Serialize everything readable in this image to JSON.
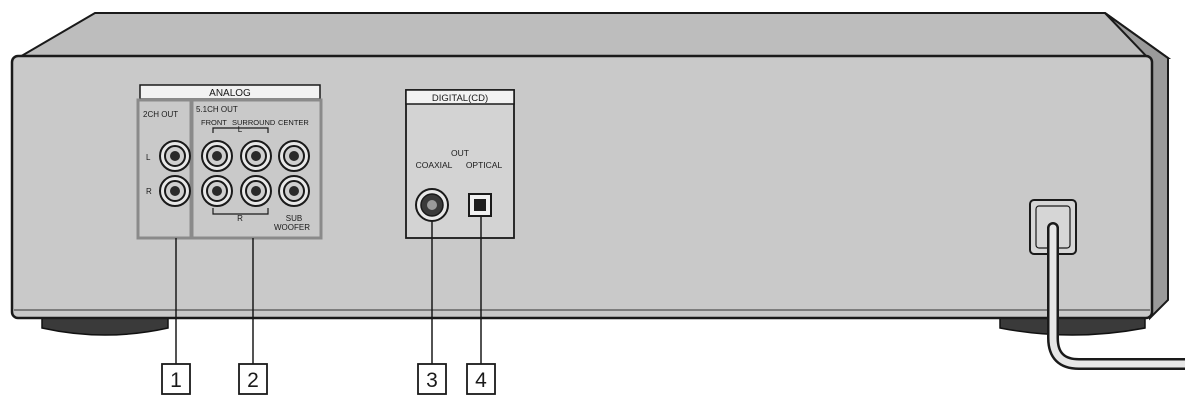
{
  "analog": {
    "header": "ANALOG",
    "ch2_out": "2CH OUT",
    "ch51_out": "5.1CH OUT",
    "front": "FRONT",
    "surround": "SURROUND",
    "center": "CENTER",
    "left": "L",
    "right": "R",
    "l_group": "L",
    "r_group": "R",
    "sub": "SUB",
    "woofer": "WOOFER"
  },
  "digital": {
    "header": "DIGITAL(CD)",
    "out": "OUT",
    "coaxial": "COAXIAL",
    "optical": "OPTICAL"
  },
  "callouts": [
    "1",
    "2",
    "3",
    "4"
  ]
}
